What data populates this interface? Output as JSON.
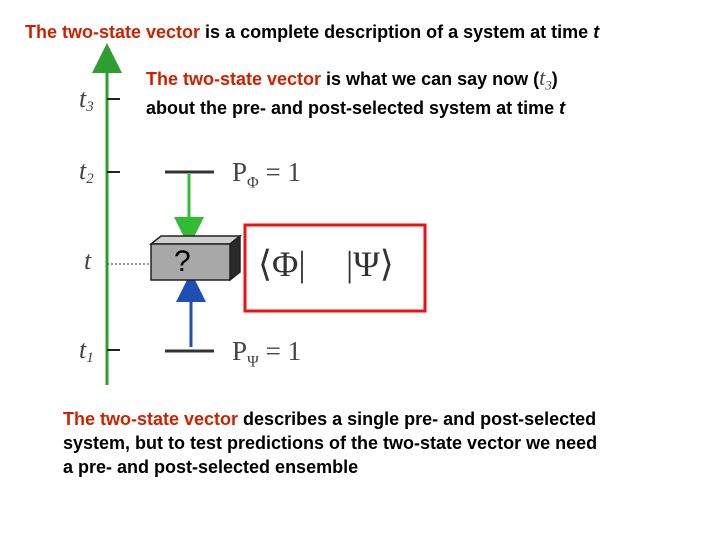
{
  "title": {
    "highlight": "The two-state vector",
    "rest": " is a complete description of a system at time ",
    "var": "t"
  },
  "subtitle": {
    "highlight": "The two-state vector",
    "rest1": " is what we can say now (",
    "now_var": "t",
    "now_sub": "3",
    "close": ")",
    "line2": "about the pre- and post-selected system at time ",
    "line2_var": "t"
  },
  "timeline": {
    "labels": [
      {
        "var": "t",
        "sub": "3"
      },
      {
        "var": "t",
        "sub": "2"
      },
      {
        "var": "t",
        "sub": ""
      },
      {
        "var": "t",
        "sub": "1"
      }
    ]
  },
  "box": {
    "symbol": "?"
  },
  "state_box": {
    "bra": "⟨Φ|",
    "ket": "|Ψ⟩"
  },
  "post_selection": {
    "label": "P",
    "sub": "Φ",
    "eq": " = 1"
  },
  "pre_selection": {
    "label": "P",
    "sub": "Ψ",
    "eq": " = 1"
  },
  "bottom_text": {
    "highlight": "The two-state vector",
    "line1_rest": " describes a single pre- and post-selected",
    "line2": "system, but to test predictions of the two-state vector we need",
    "line3": "a pre- and post-selected ensemble"
  },
  "colors": {
    "accent_text": "#cc2200",
    "timeline_green": "#2e9e2e",
    "arrow_green": "#33bb33",
    "arrow_blue": "#1f4fb5",
    "state_box_border": "#ee1111",
    "level_line": "#333333"
  }
}
